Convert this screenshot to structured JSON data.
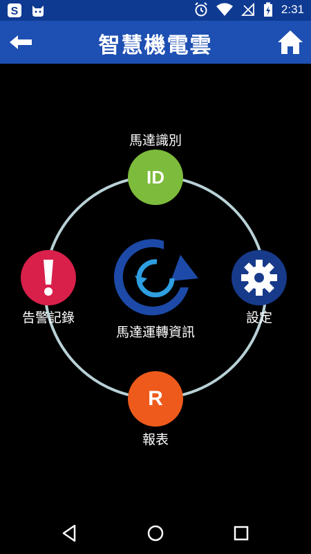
{
  "status_bar": {
    "time": "2:31"
  },
  "app_bar": {
    "title": "智慧機電雲"
  },
  "menu": {
    "center_label": "馬達運轉資訊",
    "motor_id": {
      "label": "馬達識別",
      "glyph": "ID",
      "color": "#7dbb3c"
    },
    "alarm_log": {
      "label": "告警記錄",
      "glyph": "!",
      "color": "#d8204b"
    },
    "settings": {
      "label": "設定",
      "color": "#173a8a"
    },
    "report": {
      "label": "報表",
      "glyph": "R",
      "color": "#ee5a1c"
    }
  },
  "colors": {
    "status_bar": "#0e3a92",
    "app_bar": "#1e4fb2",
    "ring": "#b8d1d6"
  }
}
